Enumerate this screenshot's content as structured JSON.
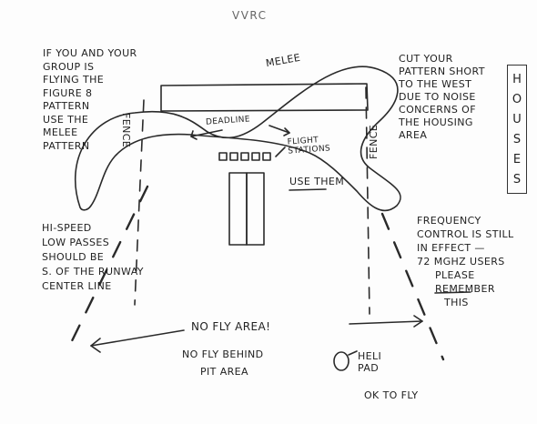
{
  "title": "VVRC",
  "notes": {
    "figure8": [
      "IF YOU AND YOUR",
      "GROUP IS",
      "FLYING THE",
      "FIGURE 8",
      "PATTERN",
      "USE THE",
      "MELEE",
      "PATTERN"
    ],
    "melee": "MELEE",
    "west": [
      "CUT YOUR",
      "PATTERN SHORT",
      "TO THE WEST",
      "DUE TO NOISE",
      "CONCERNS OF",
      "THE HOUSING",
      "AREA"
    ],
    "houses": [
      "H",
      "O",
      "U",
      "S",
      "E",
      "S"
    ],
    "deadline": "DEADLINE",
    "fence_left": "FENCE",
    "fence_right": "FENCE",
    "flight_stations": [
      "FLIGHT",
      "STATIONS"
    ],
    "use_them": "USE THEM",
    "hispeed": [
      "HI-SPEED",
      "LOW PASSES",
      "SHOULD BE",
      "S. OF THE RUNWAY",
      "CENTER LINE"
    ],
    "frequency": [
      "FREQUENCY",
      "CONTROL IS STILL",
      "IN EFFECT —",
      "72 mghz USERS",
      "PLEASE",
      "REMEMBER",
      "THIS"
    ],
    "no_fly_area": "NO FLY AREA!",
    "no_fly_behind": [
      "NO FLY BEHIND",
      "PIT AREA"
    ],
    "heli_pad": [
      "HELI",
      "PAD"
    ],
    "ok_to_fly": "OK TO FLY"
  },
  "ink_color": "#222222"
}
